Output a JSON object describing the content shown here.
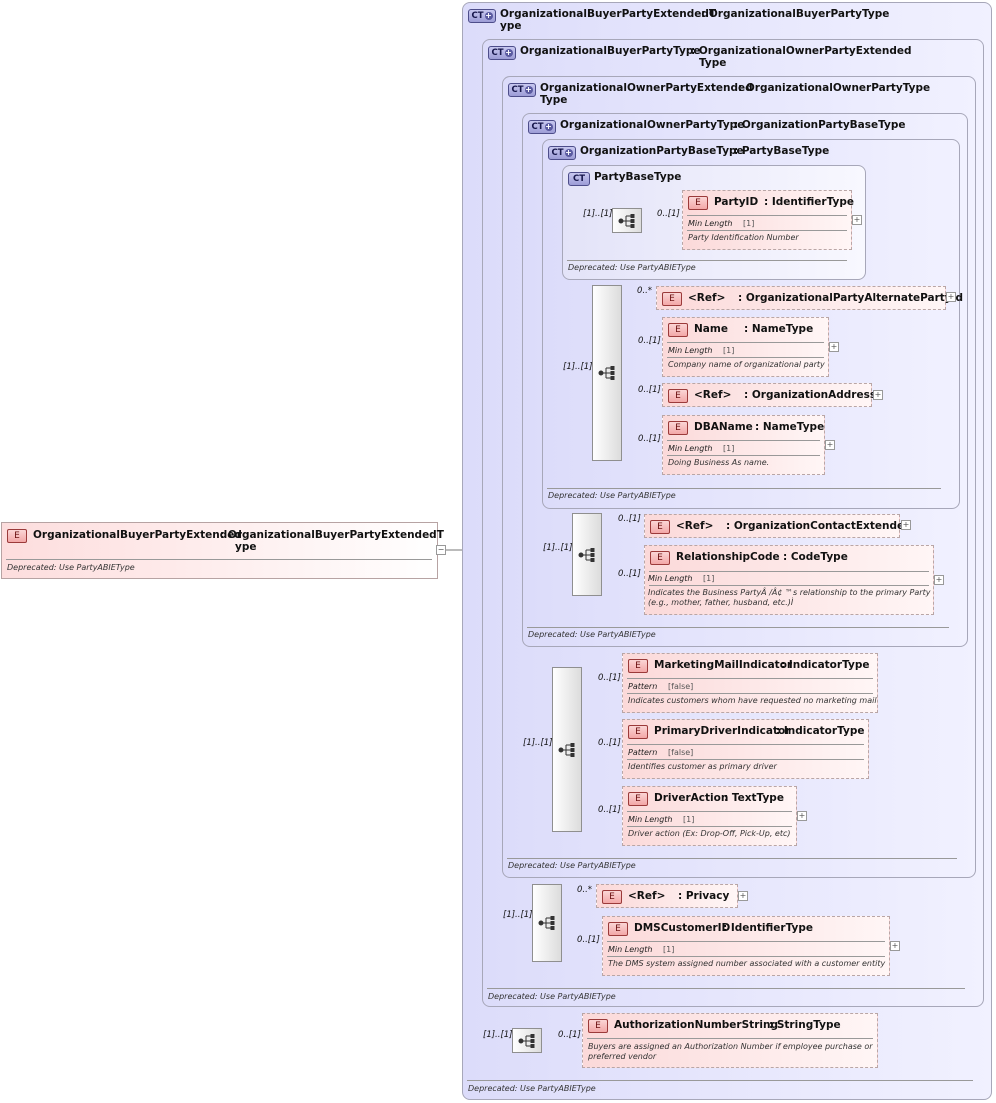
{
  "root": {
    "name": "OrganizationalBuyerPartyExtended",
    "type": ": OrganizationalBuyerPartyExtendedT",
    "type_wrap": "ype",
    "deprecated": "Deprecated: Use PartyABIEType",
    "badge": "E",
    "collapse": "−"
  },
  "ct1": {
    "badge": "CT",
    "name": "OrganizationalBuyerPartyExtendedT",
    "type": ": OrganizationalBuyerPartyType",
    "name_wrap": "ype",
    "deprecated": "Deprecated: Use PartyABIEType"
  },
  "ct2": {
    "badge": "CT",
    "name": "OrganizationalBuyerPartyType",
    "type": ": OrganizationalOwnerPartyExtended",
    "type_wrap": "Type",
    "deprecated": "Deprecated: Use PartyABIEType"
  },
  "ct3": {
    "badge": "CT",
    "name": "OrganizationalOwnerPartyExtended",
    "type": ": OrganizationalOwnerPartyType",
    "name_wrap": "Type",
    "deprecated": "Deprecated: Use PartyABIEType"
  },
  "ct4": {
    "badge": "CT",
    "name": "OrganizationalOwnerPartyType",
    "type": ": OrganizationPartyBaseType",
    "deprecated": "Deprecated: Use PartyABIEType"
  },
  "ct5": {
    "badge": "CT",
    "name": "OrganizationPartyBaseType",
    "type": ": PartyBaseType",
    "deprecated": "Deprecated: Use PartyABIEType"
  },
  "ct6": {
    "badge": "CT",
    "name": "PartyBaseType",
    "deprecated": "Deprecated: Use PartyABIEType"
  },
  "elements": {
    "partyid": {
      "badge": "E",
      "name": "PartyID",
      "type": ": IdentifierType",
      "facet": "Min Length",
      "facet_val": "[1]",
      "doc": "Party Identification Number",
      "card": "0..[1]"
    },
    "altparty": {
      "badge": "E",
      "name": "<Ref>",
      "type": ": OrganizationalPartyAlternatePartyId",
      "card": "0..*"
    },
    "name": {
      "badge": "E",
      "name": "Name",
      "type": ": NameType",
      "facet": "Min Length",
      "facet_val": "[1]",
      "doc": "Company name of organizational party",
      "card": "0..[1]"
    },
    "orgaddr": {
      "badge": "E",
      "name": "<Ref>",
      "type": ": OrganizationAddress",
      "card": "0..[1]"
    },
    "dbaname": {
      "badge": "E",
      "name": "DBAName",
      "type": ": NameType",
      "facet": "Min Length",
      "facet_val": "[1]",
      "doc": "Doing Business As name.",
      "card": "0..[1]"
    },
    "contact": {
      "badge": "E",
      "name": "<Ref>",
      "type": ": OrganizationContactExtended",
      "card": "0..[1]"
    },
    "relcode": {
      "badge": "E",
      "name": "RelationshipCode",
      "type": ": CodeType",
      "facet": "Min Length",
      "facet_val": "[1]",
      "doc": "Indicates the Business PartyÂ /Â¢ ™s relationship to the primary Party (e.g., mother, father, husband, etc.)Ì",
      "card": "0..[1]"
    },
    "mktmail": {
      "badge": "E",
      "name": "MarketingMailIndicator",
      "type": ": IndicatorType",
      "facet": "Pattern",
      "facet_val": "[false]",
      "doc": "Indicates customers whom have requested no marketing mail",
      "card": "0..[1]"
    },
    "primdrv": {
      "badge": "E",
      "name": "PrimaryDriverIndicator",
      "type": ": IndicatorType",
      "facet": "Pattern",
      "facet_val": "[false]",
      "doc": "Identifies customer as primary driver",
      "card": "0..[1]"
    },
    "drvact": {
      "badge": "E",
      "name": "DriverAction",
      "type": ": TextType",
      "facet": "Min Length",
      "facet_val": "[1]",
      "doc": "Driver action (Ex: Drop-Off, Pick-Up, etc)",
      "card": "0..[1]"
    },
    "privacy": {
      "badge": "E",
      "name": "<Ref>",
      "type": ": Privacy",
      "card": "0..*"
    },
    "dmscust": {
      "badge": "E",
      "name": "DMSCustomerID",
      "type": ": IdentifierType",
      "facet": "Min Length",
      "facet_val": "[1]",
      "doc": "The DMS system assigned number associated with a customer entity",
      "card": "0..[1]"
    },
    "authnum": {
      "badge": "E",
      "name": "AuthorizationNumberString",
      "type": ": StringType",
      "doc": "Buyers are assigned an Authorization Number if employee purchase or preferred vendor",
      "card": "0..[1]"
    }
  },
  "seq_cards": {
    "s_party": "[1]..[1]",
    "s_orgbase": "[1]..[1]",
    "s_owner": "[1]..[1]",
    "s_ownerext": "[1]..[1]",
    "s_buyer": "[1]..[1]",
    "s_auth": "[1]..[1]"
  },
  "expand_glyph": "+"
}
